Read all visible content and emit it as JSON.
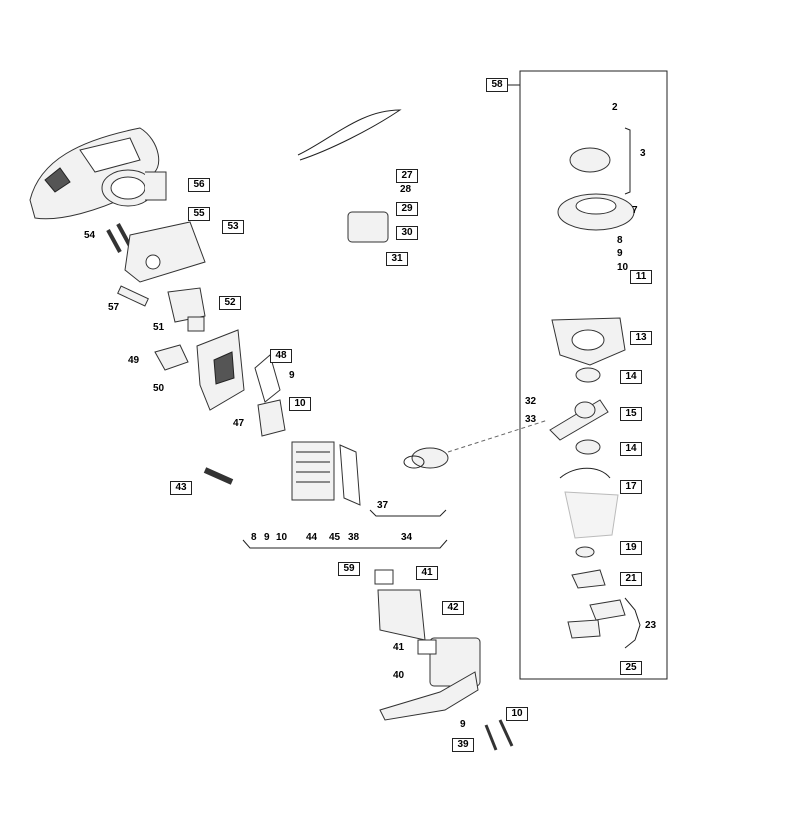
{
  "diagram": {
    "callouts": {
      "c58": "58",
      "c2": "2",
      "c3": "3",
      "c7": "7",
      "c8a": "8",
      "c9a": "9",
      "c10a": "10",
      "c11": "11",
      "c13": "13",
      "c14a": "14",
      "c32": "32",
      "c15": "15",
      "c33": "33",
      "c14b": "14",
      "c17": "17",
      "c19": "19",
      "c21": "21",
      "c23": "23",
      "c25": "25",
      "c56": "56",
      "c55": "55",
      "c53": "53",
      "c54": "54",
      "c57": "57",
      "c52": "52",
      "c51": "51",
      "c49": "49",
      "c50": "50",
      "c48": "48",
      "c9b": "9",
      "c10b": "10",
      "c47": "47",
      "c43": "43",
      "c27": "27",
      "c28": "28",
      "c29": "29",
      "c30": "30",
      "c31": "31",
      "c37": "37",
      "c34": "34",
      "c8b": "8",
      "c9c": "9",
      "c10c": "10",
      "c44": "44",
      "c45": "45",
      "c38": "38",
      "c59": "59",
      "c41a": "41",
      "c42": "42",
      "c41b": "41",
      "c40": "40",
      "c9d": "9",
      "c10d": "10",
      "c39": "39"
    }
  },
  "colors": {
    "stroke": "#222222",
    "fill": "#f2f2f2",
    "background": "#ffffff"
  }
}
